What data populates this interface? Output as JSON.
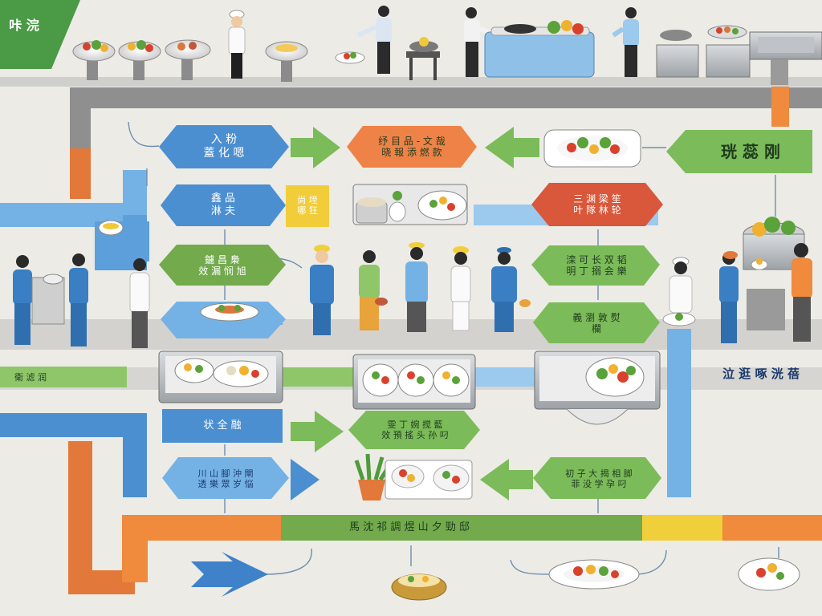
{
  "header": {
    "corner_title": "咔 浣"
  },
  "nodes": {
    "n1": "入 粉\n蓋 化 嗯",
    "n2": "纾 目 品 - 文 哉\n晓 報 添 燃 款",
    "n3": "珖 蕊 刚",
    "n4": "鑫 品\n淋 夫",
    "n5": "尚 垤\n哪 狂",
    "n6": "三 渊 梁 笙\n叶 隊 林 轮",
    "n7": "鑢 昌 梟\n效 漏 悯 旭",
    "n8": "滦 可 长 双 韬\n明 丁 搦 会 樂",
    "n9": "義 瀏 敦 熨\n欄",
    "n10": "衛 滤 润",
    "n11": "泣 逛 啄 洸 蓓",
    "n12": "状 全 融",
    "n13": "雯 丁 婉 搅 藍\n效 預 搖 头 孙 叼",
    "n14": "川 山 腳 沖 閘\n透 樂 眾 岁 悩",
    "n15": "初 子 大 揭 相 脚\n菲 没 学 孕 叼",
    "n16": "馬 沈 祁 調 煜 山 夕 勁 邸"
  },
  "colors": {
    "green": "#72aa4c",
    "green_light": "#8fc66a",
    "blue": "#4b8fd0",
    "blue_light": "#74b2e6",
    "orange": "#e2783a",
    "red_orange": "#d9573a",
    "yellow": "#f1cf3b",
    "pipe_gray": "#8c8c8c",
    "floor": "#d4d4d0"
  },
  "icons": [
    "chef-icon",
    "cook-icon",
    "waiter-icon",
    "salad-bowl-icon",
    "plate-icon",
    "pot-icon",
    "stove-icon",
    "serving-counter-icon",
    "steamer-icon",
    "plant-icon"
  ]
}
